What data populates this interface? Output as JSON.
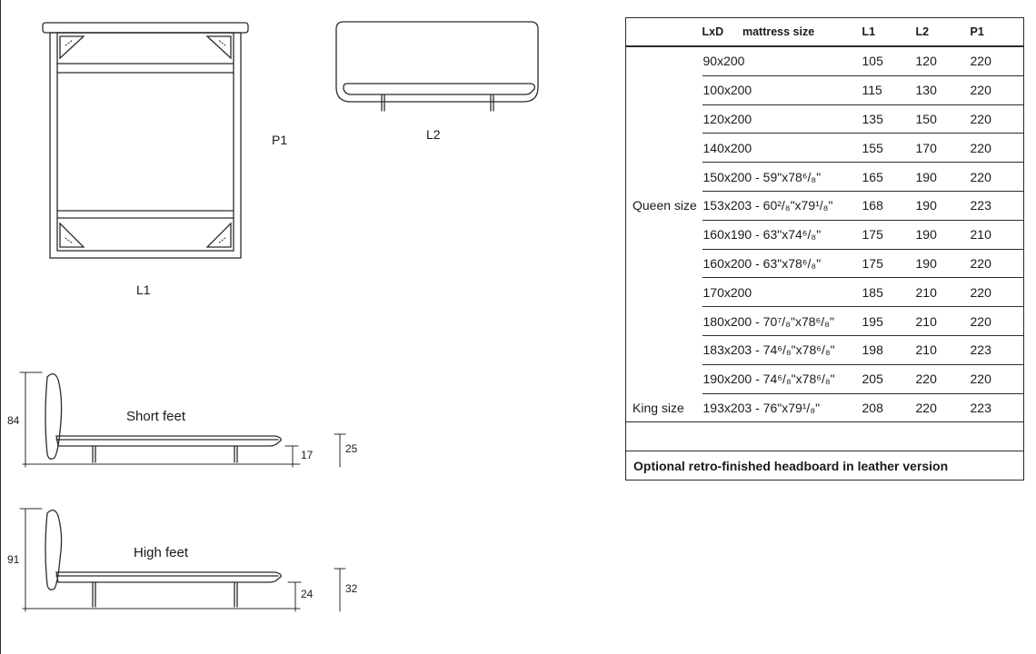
{
  "labels": {
    "p1": "P1",
    "l2": "L2",
    "l1": "L1",
    "short_feet": "Short feet",
    "high_feet": "High feet"
  },
  "dimensions": {
    "short": {
      "height": "84",
      "leg": "17",
      "frame": "25"
    },
    "high": {
      "height": "91",
      "leg": "24",
      "frame": "32"
    }
  },
  "table": {
    "headers": [
      "LxD",
      "mattress size",
      "L1",
      "L2",
      "P1"
    ],
    "rows": [
      {
        "group": "",
        "size": "90x200",
        "l1": "105",
        "l2": "120",
        "p1": "220"
      },
      {
        "group": "",
        "size": "100x200",
        "l1": "115",
        "l2": "130",
        "p1": "220"
      },
      {
        "group": "",
        "size": "120x200",
        "l1": "135",
        "l2": "150",
        "p1": "220"
      },
      {
        "group": "",
        "size": "140x200",
        "l1": "155",
        "l2": "170",
        "p1": "220"
      },
      {
        "group": "",
        "size": "150x200 - 59\"x78⁶/₈\"",
        "l1": "165",
        "l2": "190",
        "p1": "220"
      },
      {
        "group": "Queen size",
        "size": "153x203 - 60²/₈\"x79¹/₈\"",
        "l1": "168",
        "l2": "190",
        "p1": "223"
      },
      {
        "group": "",
        "size": "160x190 - 63\"x74⁶/₈\"",
        "l1": "175",
        "l2": "190",
        "p1": "210"
      },
      {
        "group": "",
        "size": "160x200 - 63\"x78⁶/₈\"",
        "l1": "175",
        "l2": "190",
        "p1": "220"
      },
      {
        "group": "",
        "size": "170x200",
        "l1": "185",
        "l2": "210",
        "p1": "220"
      },
      {
        "group": "",
        "size": "180x200 - 70⁷/₈\"x78⁶/₈\"",
        "l1": "195",
        "l2": "210",
        "p1": "220"
      },
      {
        "group": "",
        "size": "183x203 - 74⁶/₈\"x78⁶/₈\"",
        "l1": "198",
        "l2": "210",
        "p1": "223"
      },
      {
        "group": "",
        "size": "190x200 - 74⁶/₈\"x78⁶/₈\"",
        "l1": "205",
        "l2": "220",
        "p1": "220"
      },
      {
        "group": "King size",
        "size": "193x203 - 76\"x79¹/₈\"",
        "l1": "208",
        "l2": "220",
        "p1": "223"
      }
    ],
    "note": "Optional retro-finished headboard in leather version"
  }
}
